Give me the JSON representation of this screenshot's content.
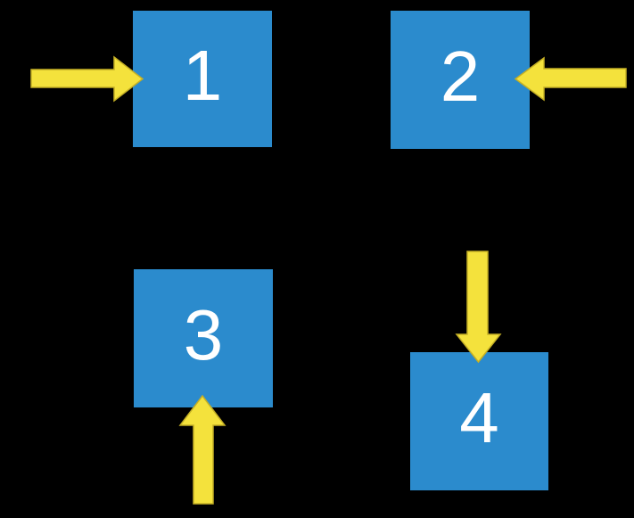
{
  "diagram": {
    "description": "Four numbered blue squares on a black background, each with a yellow arrow pointing into it from a different direction",
    "colors": {
      "background": "#000000",
      "square-fill": "#2B8BCD",
      "arrow-fill": "#F4E23C",
      "arrow-outline": "#C4AF25",
      "number-color": "#FFFFFF"
    },
    "squares": [
      {
        "label": "1",
        "position": "top-left",
        "arrow_direction": "arrow points right into left side"
      },
      {
        "label": "2",
        "position": "top-right",
        "arrow_direction": "arrow points left into right side"
      },
      {
        "label": "3",
        "position": "bottom-left",
        "arrow_direction": "arrow points up into bottom side"
      },
      {
        "label": "4",
        "position": "bottom-right",
        "arrow_direction": "arrow points down into top side"
      }
    ]
  }
}
